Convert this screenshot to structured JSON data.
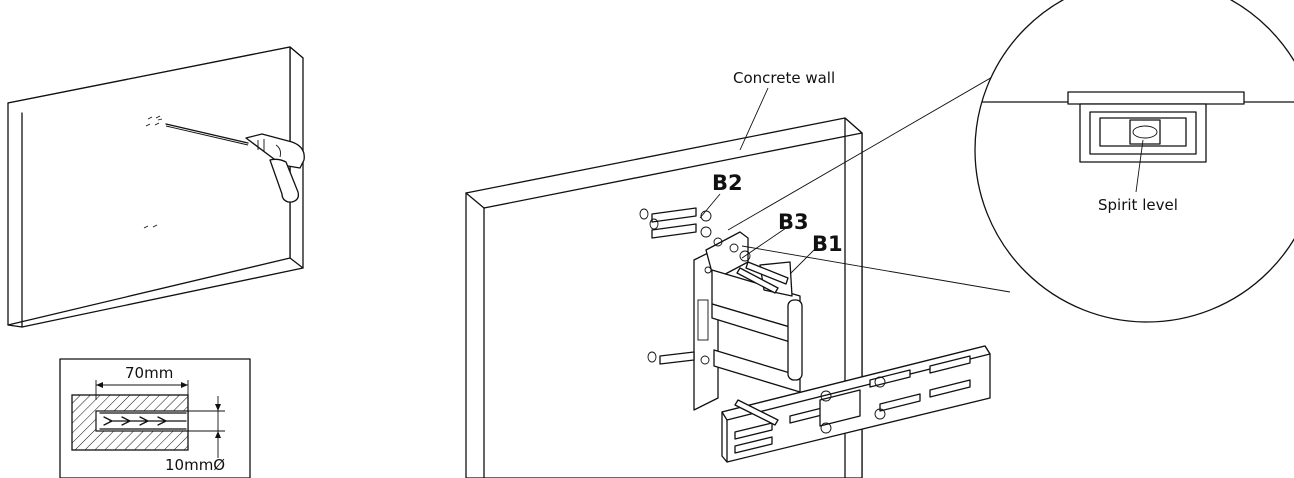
{
  "labels": {
    "concrete_wall": "Concrete wall",
    "spirit_level": "Spirit level",
    "b1": "B1",
    "b2": "B2",
    "b3": "B3",
    "depth": "70mm",
    "diameter": "10mmØ"
  }
}
